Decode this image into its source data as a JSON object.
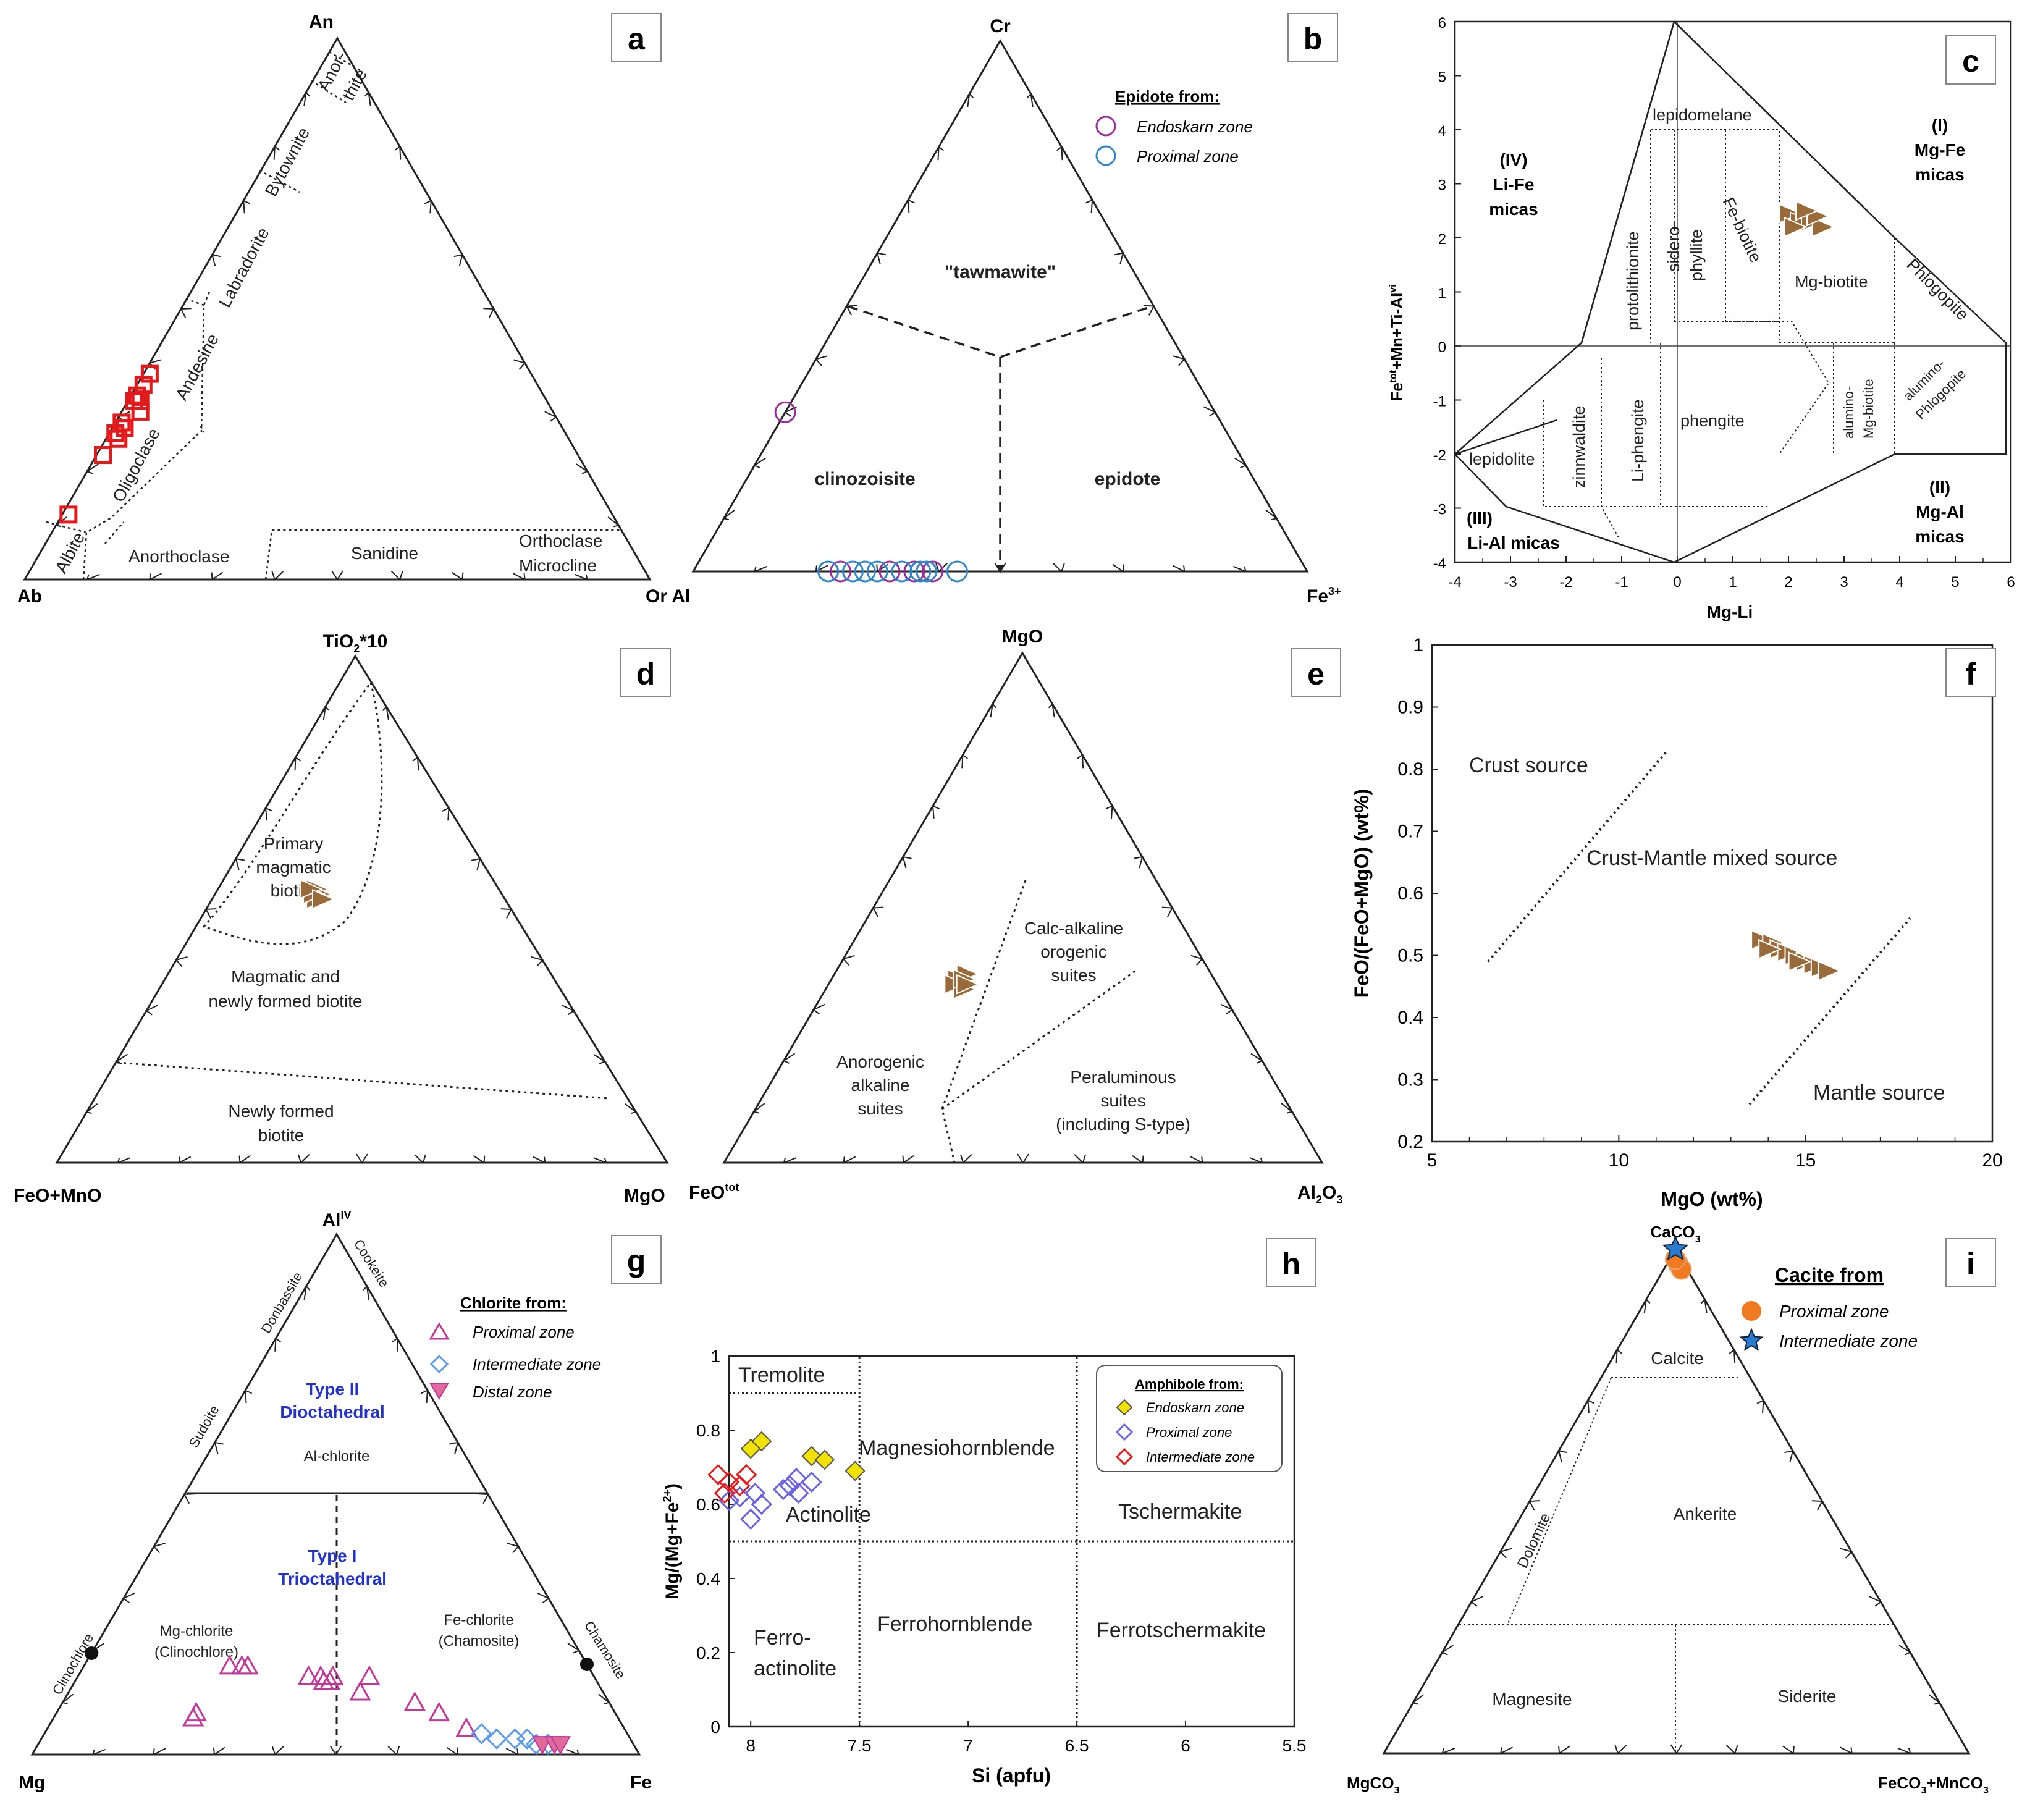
{
  "figure": {
    "panel_letters": [
      "a",
      "b",
      "c",
      "d",
      "e",
      "f",
      "g",
      "h",
      "i"
    ],
    "colors": {
      "red": "#e31a1c",
      "purple": "#9b2a9b",
      "blue": "#2f86c8",
      "brown": "#9a6b3a",
      "magenta": "#c2379a",
      "lightblue": "#5b9be8",
      "pink": "#e06a9a",
      "yellow": "#f2e200",
      "violet": "#6b62e0",
      "orange": "#f07a20",
      "starblue": "#2a7ad0",
      "typeblue": "#2233cc"
    }
  },
  "panel_a": {
    "apex_top": "An",
    "apex_left": "Ab",
    "apex_right": "Or Al",
    "fields": [
      "Anor-",
      "thite",
      "Bytownite",
      "Labradorite",
      "Andesine",
      "Oligoclase",
      "Albite",
      "Anorthoclase",
      "Sanidine",
      "Orthoclase",
      "Microcline"
    ]
  },
  "panel_b": {
    "apex_top": "Cr",
    "apex_left": "",
    "apex_right": "Fe",
    "apex_right_sup": "3+",
    "legend_title": "Epidote from:",
    "legend": [
      "Endoskarn zone",
      "Proximal zone"
    ],
    "fields": [
      "\"tawmawite\"",
      "clinozoisite",
      "epidote"
    ]
  },
  "panel_c": {
    "xlabel": "Mg-Li",
    "ylabel_parts": [
      "Fe",
      "tot",
      "+Mn+Ti-Al",
      "vi"
    ],
    "xticks": [
      "-4",
      "-3",
      "-2",
      "-1",
      "0",
      "1",
      "2",
      "3",
      "4",
      "5",
      "6"
    ],
    "yticks": [
      "6",
      "5",
      "4",
      "3",
      "2",
      "1",
      "0",
      "-1",
      "-2",
      "-3",
      "-4"
    ],
    "groups": [
      [
        "(IV)",
        "Li-Fe",
        "micas"
      ],
      [
        "(I)",
        "Mg-Fe",
        "micas"
      ],
      [
        "(II)",
        "Mg-Al",
        "micas"
      ],
      [
        "(III)",
        "Li-Al micas"
      ]
    ],
    "fields": [
      "lepidomelane",
      "protolithionite",
      "sidero-",
      "phyllite",
      "Fe-biotite",
      "Mg-biotite",
      "Phlogopite",
      "zinnwaldite",
      "Li-phengite",
      "phengite",
      "alumino-",
      "Mg-biotite",
      "alumino-",
      "Phlogopite",
      "lepidolite"
    ]
  },
  "panel_d": {
    "apex_top": "TiO",
    "apex_top_sub": "2",
    "apex_top_suffix": "*10",
    "apex_left": "FeO+MnO",
    "apex_right": "MgO",
    "fields": [
      [
        "Primary",
        "magmatic",
        "biotite"
      ],
      [
        "Magmatic and",
        "newly formed biotite"
      ],
      [
        "Newly formed",
        "biotite"
      ]
    ]
  },
  "panel_e": {
    "apex_top": "MgO",
    "apex_left": "FeO",
    "apex_left_sup": "tot",
    "apex_right": "Al",
    "apex_right_sub1": "2",
    "apex_right_mid": "O",
    "apex_right_sub2": "3",
    "fields": [
      [
        "Calc-alkaline",
        "orogenic",
        "suites"
      ],
      [
        "Anorogenic",
        "alkaline",
        "suites"
      ],
      [
        "Peraluminous",
        "suites",
        "(including S-type)"
      ]
    ]
  },
  "panel_f": {
    "xlabel": "MgO (wt%)",
    "ylabel": "FeO/(FeO+MgO) (wt%)",
    "xticks": [
      "5",
      "10",
      "15",
      "20"
    ],
    "yticks": [
      "1",
      "0.9",
      "0.8",
      "0.7",
      "0.6",
      "0.5",
      "0.4",
      "0.3",
      "0.2"
    ],
    "fields": [
      "Crust source",
      "Crust-Mantle mixed source",
      "Mantle source"
    ]
  },
  "panel_g": {
    "apex_top": "Al",
    "apex_top_sup": "IV",
    "apex_left": "Mg",
    "apex_right": "Fe",
    "legend_title": "Chlorite from:",
    "legend": [
      "Proximal zone",
      "Intermediate zone",
      "Distal zone"
    ],
    "edge_labels": [
      "Cookeite",
      "Donbassite",
      "Sudoite",
      "Clinochlore",
      "Chamosite"
    ],
    "fields": [
      [
        "Type II",
        "Dioctahedral"
      ],
      [
        "Al-chlorite"
      ],
      [
        "Type I",
        "Trioctahedral"
      ],
      [
        "Mg-chlorite",
        "(Clinochlore)"
      ],
      [
        "Fe-chlorite",
        "(Chamosite)"
      ]
    ]
  },
  "panel_h": {
    "xlabel": "Si (apfu)",
    "ylabel_parts": [
      "Mg/(Mg+Fe",
      "2+",
      ")"
    ],
    "xticks": [
      "8",
      "7.5",
      "7",
      "6.5",
      "6",
      "5.5"
    ],
    "yticks": [
      "1",
      "0.8",
      "0.6",
      "0.4",
      "0.2",
      "0"
    ],
    "legend_title": "Amphibole from:",
    "legend": [
      "Endoskarn zone",
      "Proximal zone",
      "Intermediate zone"
    ],
    "fields": [
      "Tremolite",
      "Magnesiohornblende",
      "Actinolite",
      "Tschermakite",
      "Ferro-",
      "actinolite",
      "Ferrohornblende",
      "Ferrotschermakite"
    ]
  },
  "panel_i": {
    "apex_top": "CaCO",
    "apex_top_sub": "3",
    "apex_left": "MgCO",
    "apex_left_sub": "3",
    "apex_right": "FeCO",
    "apex_right_sub": "3",
    "apex_right_mid": "+MnCO",
    "apex_right_sub2": "3",
    "legend_title": "Cacite from",
    "legend": [
      "Proximal zone",
      "Intermediate zone"
    ],
    "fields": [
      "Calcite",
      "Ankerite",
      "Dolomite",
      "Magnesite",
      "Siderite"
    ]
  },
  "chart_data": [
    {
      "panel": "a",
      "type": "scatter",
      "ternary": [
        "An",
        "Ab",
        "Or"
      ],
      "series": [
        {
          "values": [
            [
              38,
              61,
              1
            ],
            [
              36,
              63,
              1
            ],
            [
              34,
              65,
              1
            ],
            [
              33,
              66,
              1
            ],
            [
              33,
              65,
              2
            ],
            [
              31,
              66,
              3
            ],
            [
              29,
              70,
              1
            ],
            [
              28,
              70,
              2
            ],
            [
              27,
              72,
              1
            ],
            [
              26,
              72,
              2
            ],
            [
              23,
              76,
              1
            ],
            [
              12,
              87,
              1
            ]
          ]
        }
      ]
    },
    {
      "panel": "b",
      "type": "scatter",
      "ternary": [
        "Cr",
        "Al",
        "Fe3+"
      ],
      "series": [
        {
          "name": "Endoskarn zone",
          "values": [
            [
              30,
              70,
              0
            ],
            [
              0,
              76,
              24
            ],
            [
              0,
              68,
              32
            ],
            [
              0,
              64,
              36
            ],
            [
              0,
              61,
              39
            ]
          ]
        },
        {
          "name": "Proximal zone",
          "values": [
            [
              0,
              78,
              22
            ],
            [
              0,
              74,
              26
            ],
            [
              0,
              72,
              28
            ],
            [
              0,
              70,
              30
            ],
            [
              0,
              66,
              34
            ],
            [
              0,
              63,
              37
            ],
            [
              0,
              62,
              38
            ],
            [
              0,
              57,
              43
            ]
          ]
        }
      ]
    },
    {
      "panel": "c",
      "type": "scatter",
      "x_name": "Mg-Li",
      "y_name": "Fetot+Mn+Ti-AlVI",
      "xlim": [
        -4,
        6
      ],
      "ylim": [
        -4,
        6
      ],
      "series": [
        {
          "values": [
            [
              2.0,
              2.45
            ],
            [
              2.2,
              2.3
            ],
            [
              2.4,
              2.3
            ],
            [
              2.6,
              2.2
            ],
            [
              2.5,
              2.4
            ],
            [
              2.1,
              2.2
            ],
            [
              2.3,
              2.5
            ]
          ]
        }
      ]
    },
    {
      "panel": "d",
      "type": "scatter",
      "ternary": [
        "TiO2*10",
        "FeO+MnO",
        "MgO"
      ],
      "series": [
        {
          "values": [
            [
              54,
              30,
              16
            ],
            [
              53,
              30,
              17
            ],
            [
              52,
              31,
              17
            ],
            [
              53,
              31,
              16
            ],
            [
              54,
              31,
              15
            ],
            [
              52,
              30,
              18
            ]
          ]
        }
      ]
    },
    {
      "panel": "e",
      "type": "scatter",
      "ternary": [
        "MgO",
        "FeOtot",
        "Al2O3"
      ],
      "series": [
        {
          "values": [
            [
              36,
              43,
              21
            ],
            [
              35,
              44,
              21
            ],
            [
              37,
              41,
              22
            ],
            [
              34,
              43,
              23
            ],
            [
              36,
              42,
              22
            ],
            [
              35,
              42,
              23
            ]
          ]
        }
      ]
    },
    {
      "panel": "f",
      "type": "scatter",
      "xlabel": "MgO (wt%)",
      "ylabel": "FeO/(FeO+MgO) (wt%)",
      "xlim": [
        5,
        20
      ],
      "ylim": [
        0.2,
        1
      ],
      "series": [
        {
          "values": [
            [
              13.8,
              0.525
            ],
            [
              14.1,
              0.52
            ],
            [
              14.3,
              0.51
            ],
            [
              14.5,
              0.505
            ],
            [
              14.7,
              0.5
            ],
            [
              15.0,
              0.49
            ],
            [
              15.2,
              0.485
            ],
            [
              15.4,
              0.48
            ],
            [
              15.6,
              0.475
            ],
            [
              14.0,
              0.51
            ],
            [
              14.8,
              0.49
            ]
          ]
        }
      ]
    },
    {
      "panel": "g",
      "type": "scatter",
      "ternary": [
        "AlIV",
        "Mg",
        "Fe"
      ],
      "series": [
        {
          "name": "Proximal zone",
          "values": [
            [
              7,
              70,
              23
            ],
            [
              8,
              69,
              23
            ],
            [
              17,
              59,
              24
            ],
            [
              17,
              57,
              26
            ],
            [
              17,
              56,
              27
            ],
            [
              15,
              47,
              38
            ],
            [
              15,
              45,
              40
            ],
            [
              14,
              45,
              41
            ],
            [
              14,
              44,
              42
            ],
            [
              15,
              43,
              42
            ],
            [
              12,
              40,
              48
            ],
            [
              15,
              37,
              48
            ],
            [
              10,
              32,
              58
            ],
            [
              8,
              29,
              63
            ],
            [
              5,
              26,
              69
            ]
          ]
        },
        {
          "name": "Intermediate zone",
          "values": [
            [
              4,
              24,
              72
            ],
            [
              3,
              22,
              75
            ],
            [
              3,
              19,
              78
            ],
            [
              3,
              17,
              80
            ],
            [
              2,
              16,
              82
            ],
            [
              2,
              14,
              84
            ]
          ]
        },
        {
          "name": "Distal zone",
          "values": [
            [
              2,
              15,
              83
            ],
            [
              2,
              13,
              85
            ],
            [
              2,
              12,
              86
            ]
          ]
        }
      ]
    },
    {
      "panel": "h",
      "type": "scatter",
      "xlabel": "Si (apfu)",
      "ylabel": "Mg/(Mg+Fe2+)",
      "xlim": [
        8.1,
        5.5
      ],
      "ylim": [
        0,
        1
      ],
      "series": [
        {
          "name": "Endoskarn zone",
          "values": [
            [
              8.0,
              0.75
            ],
            [
              7.95,
              0.77
            ],
            [
              7.72,
              0.73
            ],
            [
              7.66,
              0.72
            ],
            [
              7.52,
              0.69
            ]
          ]
        },
        {
          "name": "Proximal zone",
          "values": [
            [
              8.1,
              0.61
            ],
            [
              8.05,
              0.62
            ],
            [
              7.98,
              0.63
            ],
            [
              7.95,
              0.6
            ],
            [
              8.0,
              0.56
            ],
            [
              7.85,
              0.64
            ],
            [
              7.82,
              0.65
            ],
            [
              7.78,
              0.63
            ],
            [
              7.72,
              0.66
            ],
            [
              7.79,
              0.67
            ]
          ]
        },
        {
          "name": "Intermediate zone",
          "values": [
            [
              8.15,
              0.68
            ],
            [
              8.1,
              0.66
            ],
            [
              8.05,
              0.65
            ],
            [
              8.02,
              0.68
            ],
            [
              8.12,
              0.63
            ]
          ]
        }
      ]
    },
    {
      "panel": "i",
      "type": "scatter",
      "ternary": [
        "CaCO3",
        "MgCO3",
        "FeCO3+MnCO3"
      ],
      "series": [
        {
          "name": "Proximal zone",
          "values": [
            [
              97,
              1,
              2
            ],
            [
              96,
              1,
              3
            ],
            [
              98,
              1,
              1
            ]
          ]
        },
        {
          "name": "Intermediate zone",
          "values": [
            [
              100,
              0,
              0
            ]
          ]
        }
      ]
    }
  ]
}
